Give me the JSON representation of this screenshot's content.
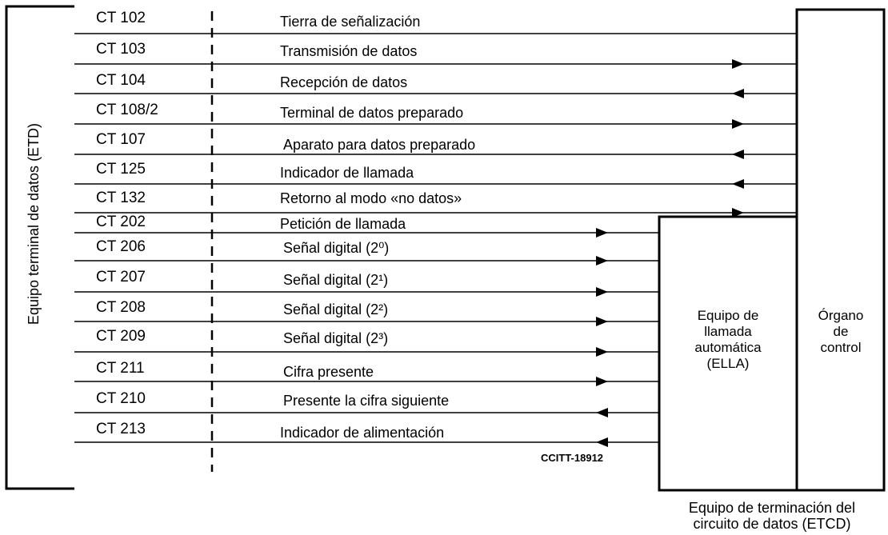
{
  "dte_label": "Equipo terminal de datos (ETD)",
  "circuits": [
    {
      "ct": "CT 102",
      "signal": "Tierra de señalización"
    },
    {
      "ct": "CT 103",
      "signal": "Transmisión de datos"
    },
    {
      "ct": "CT 104",
      "signal": "Recepción de datos"
    },
    {
      "ct": "CT 108/2",
      "signal": "Terminal de datos preparado"
    },
    {
      "ct": "CT 107",
      "signal": "Aparato para datos preparado"
    },
    {
      "ct": "CT 125",
      "signal": "Indicador de llamada"
    },
    {
      "ct": "CT 132",
      "signal": "Retorno al modo «no datos»"
    },
    {
      "ct": "CT 202",
      "signal": "Petición de llamada"
    },
    {
      "ct": "CT 206",
      "signal": "Señal digital (2⁰)"
    },
    {
      "ct": "CT 207",
      "signal": "Señal digital (2¹)"
    },
    {
      "ct": "CT 208",
      "signal": "Señal digital (2²)"
    },
    {
      "ct": "CT 209",
      "signal": "Señal digital (2³)"
    },
    {
      "ct": "CT 211",
      "signal": "Cifra presente"
    },
    {
      "ct": "CT 210",
      "signal": "Presente la cifra siguiente"
    },
    {
      "ct": "CT 213",
      "signal": "Indicador de alimentación"
    }
  ],
  "ella_box": {
    "lines": [
      "Equipo de",
      "llamada",
      "automática",
      "(ELLA)"
    ]
  },
  "control_box": {
    "lines": [
      "Órgano",
      "de",
      "control"
    ]
  },
  "reference": "CCITT-18912",
  "etcd_caption": {
    "lines": [
      "Equipo de terminación del",
      "circuito de datos (ETCD)"
    ]
  }
}
